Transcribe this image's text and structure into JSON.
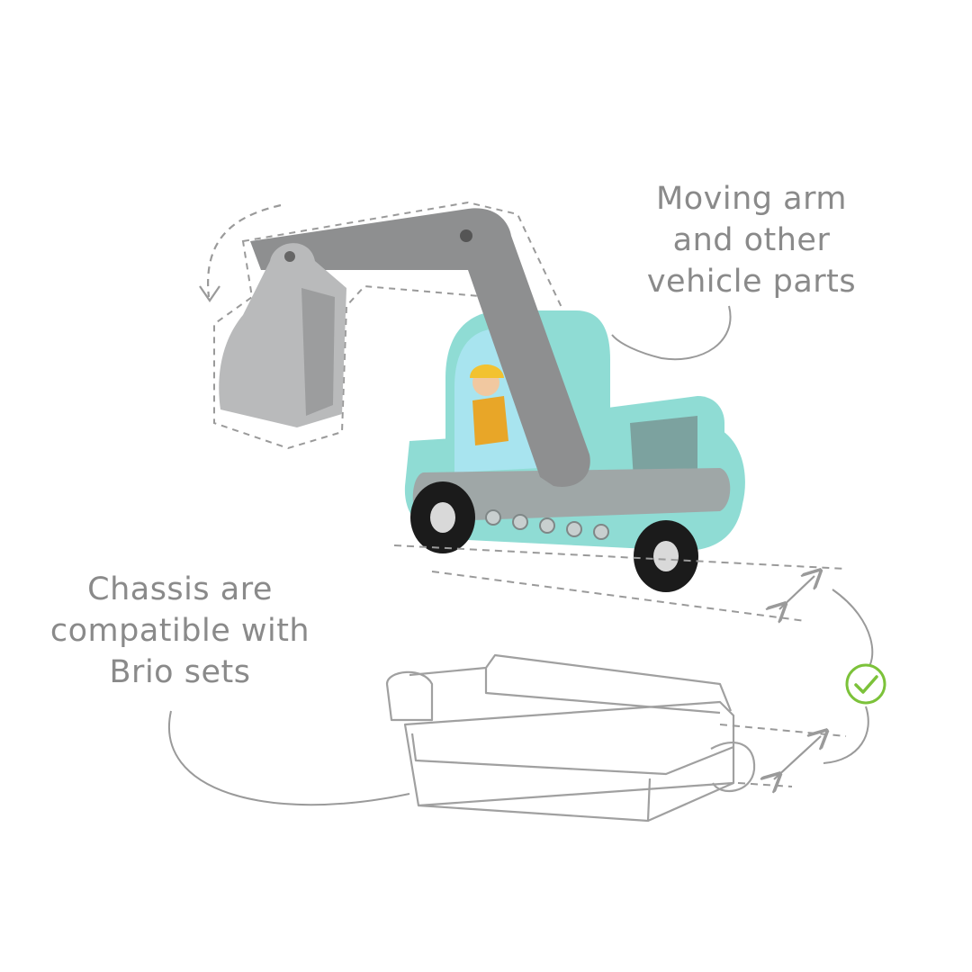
{
  "captions": {
    "arm": [
      "Moving arm",
      "and other",
      "vehicle parts"
    ],
    "chassis": [
      "Chassis are",
      "compatible with",
      "Brio sets"
    ]
  },
  "colors": {
    "body_mint": "#8fdcd4",
    "body_shadow": "#6fc2b9",
    "arm_gray": "#8e8f90",
    "bucket_gray": "#b9babb",
    "wheel_black": "#1b1b1b",
    "track_gray": "#9fa7a7",
    "dashed_line": "#9a9a9a",
    "check_green": "#7cc23a",
    "text_gray": "#8a8a8a"
  },
  "icons": [
    "excavator-toy",
    "wooden-track-piece",
    "check-icon",
    "double-arrow-icon",
    "curved-arrow-icon"
  ]
}
